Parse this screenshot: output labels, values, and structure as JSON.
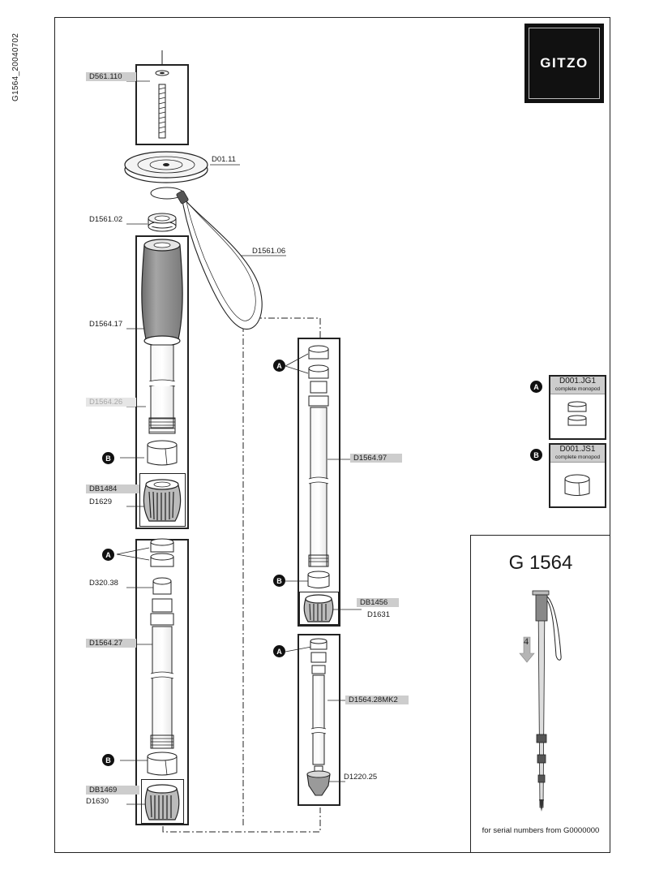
{
  "document": {
    "code": "G1564_20040702",
    "brand": "GITZO"
  },
  "parts": {
    "d561_110": "D561.110",
    "d01_11": "D01.11",
    "d1561_02": "D1561.02",
    "d1561_06": "D1561.06",
    "d1564_17": "D1564.17",
    "d1564_26": "D1564.26",
    "db1484": "DB1484",
    "d1629": "D1629",
    "d320_38": "D320.38",
    "d1564_27": "D1564.27",
    "db1469": "DB1469",
    "d1630": "D1630",
    "d1564_97": "D1564.97",
    "db1456": "DB1456",
    "d1631": "D1631",
    "d1564_28mk2": "D1564.28MK2",
    "d1220_25": "D1220.25"
  },
  "markers": {
    "a": "A",
    "b": "B"
  },
  "kits": [
    {
      "marker": "A",
      "code": "D001.JG1",
      "description": "complete monopod"
    },
    {
      "marker": "B",
      "code": "D001.JS1",
      "description": "complete monopod"
    }
  ],
  "model": {
    "title": "G 1564",
    "step": "4",
    "serial_note": "for serial numbers from G0000000"
  },
  "colors": {
    "label_fill": "#cdcdcd",
    "grip_fill": "#8f8f8f",
    "logo_fill": "#111111",
    "line": "#222222"
  }
}
